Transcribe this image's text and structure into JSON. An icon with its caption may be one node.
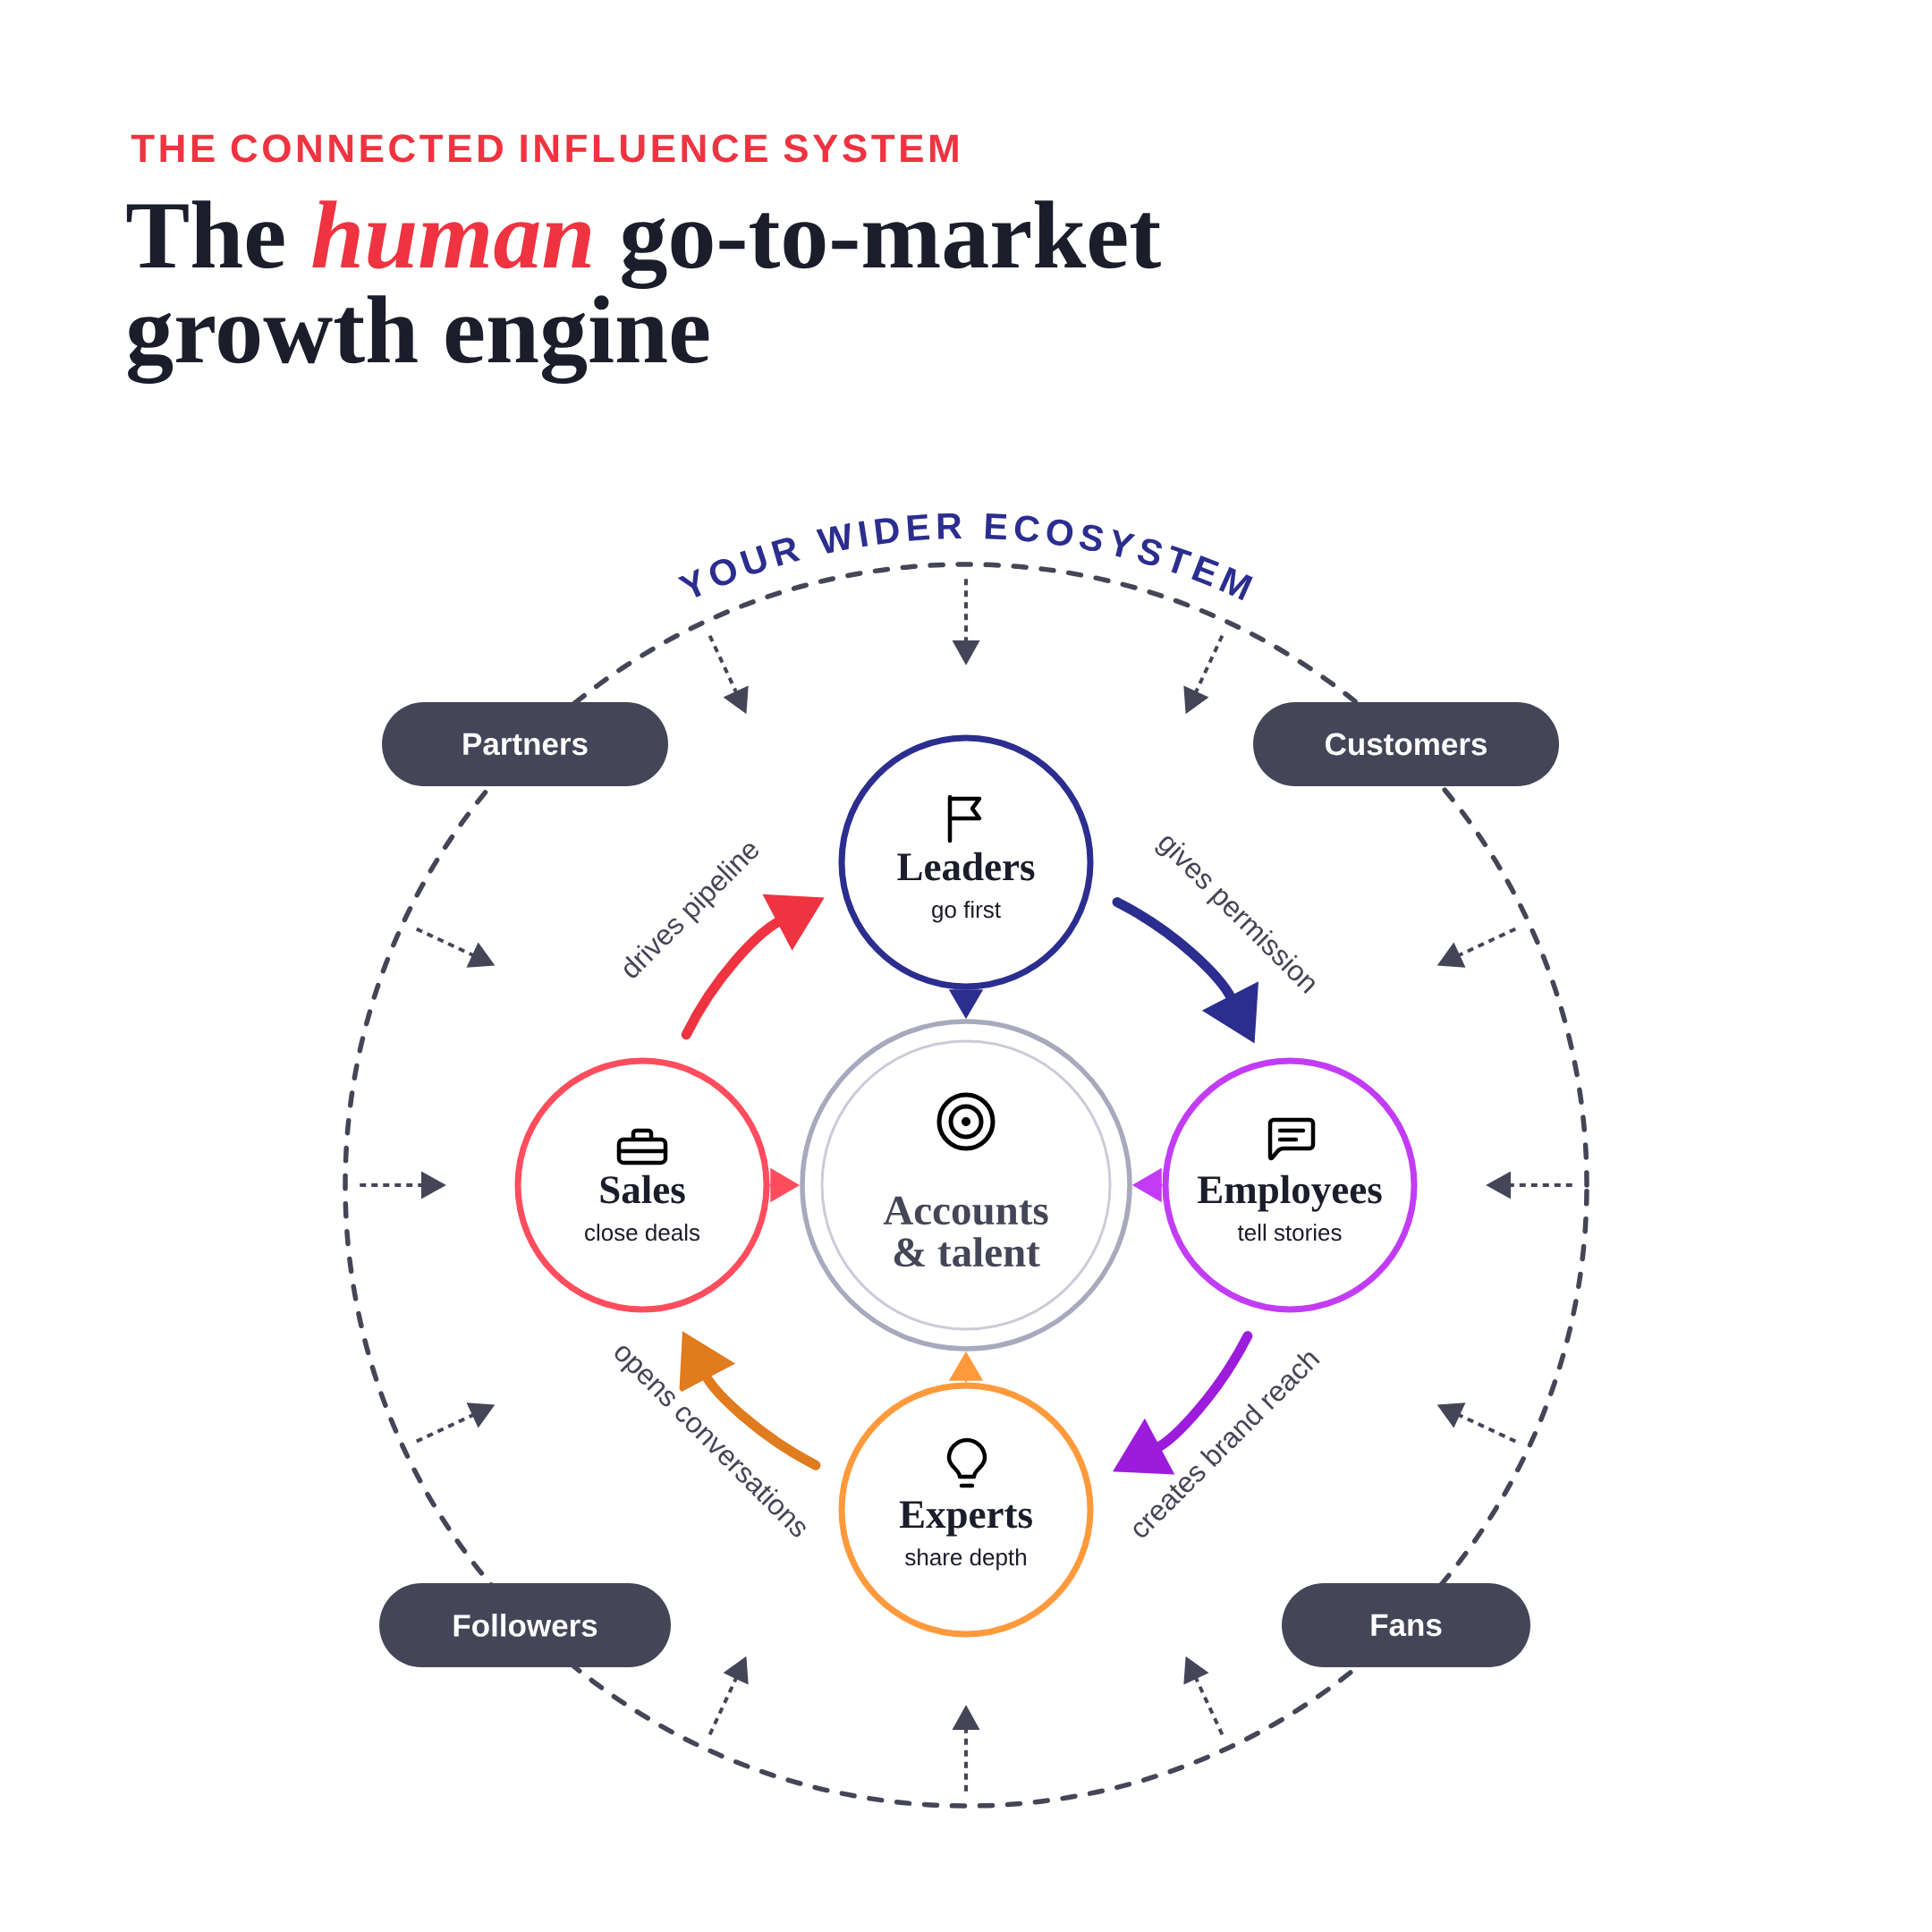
{
  "diagram": {
    "title": "The *human* go-to-market growth engine",
    "nodes": [
      {
        "text": [
          "YOUR WIDER ECOSYSTEM"
        ]
      },
      {
        "text": [
          "Partners"
        ]
      },
      {
        "text": [
          "Customers"
        ]
      },
      {
        "text": [
          "Leaders",
          "go first"
        ],
        "in": 0
      },
      {
        "text": [
          "Sales",
          "close deals"
        ],
        "in": 0
      },
      {
        "text": [
          "Accounts & talent"
        ],
        "in": 0
      },
      {
        "text": [
          "Employees",
          "tell stories"
        ],
        "in": 0
      },
      {
        "text": [
          "Experts",
          "share depth"
        ],
        "in": 0
      },
      {
        "text": [
          "Followers"
        ]
      },
      {
        "text": [
          "Fans"
        ]
      }
    ],
    "edges": [
      {
        "from": 3,
        "to": 5,
        "arrow": "to",
        "color": "#2b2e8f"
      },
      {
        "from": 4,
        "to": 5,
        "arrow": "to",
        "color": "#ff4d5e"
      },
      {
        "from": 6,
        "to": 5,
        "arrow": "to",
        "color": "#c23cf6"
      },
      {
        "from": 7,
        "to": 5,
        "arrow": "to",
        "color": "#ff9a3c"
      },
      {
        "from": 4,
        "to": 3,
        "arrow": "to",
        "label": "drives pipeline",
        "style": "thick",
        "color": "#ef3340"
      },
      {
        "from": 3,
        "to": 6,
        "arrow": "to",
        "label": "gives permission",
        "style": "thick",
        "color": "#2b2e8f"
      },
      {
        "from": 6,
        "to": 7,
        "arrow": "to",
        "label": "creates brand reach",
        "style": "thick",
        "color": "#9d1cdc"
      },
      {
        "from": 7,
        "to": 4,
        "arrow": "to",
        "label": "opens conversations",
        "style": "thick",
        "color": "#e07b1e"
      },
      {
        "from": 0,
        "to": null,
        "arrow": "to",
        "style": "dashed"
      },
      {
        "from": 0,
        "to": null,
        "arrow": "to",
        "style": "dashed"
      },
      {
        "from": 0,
        "to": null,
        "arrow": "to",
        "style": "dashed"
      },
      {
        "from": 0,
        "to": null,
        "arrow": "to",
        "style": "dashed"
      },
      {
        "from": 0,
        "to": null,
        "arrow": "to",
        "style": "dashed"
      },
      {
        "from": 0,
        "to": null,
        "arrow": "to",
        "style": "dashed"
      },
      {
        "from": 0,
        "to": null,
        "arrow": "to",
        "style": "dashed"
      },
      {
        "from": 0,
        "to": null,
        "arrow": "to",
        "style": "dashed"
      },
      {
        "from": 0,
        "to": null,
        "arrow": "to",
        "style": "dashed"
      },
      {
        "from": 0,
        "to": null,
        "arrow": "to",
        "style": "dashed"
      },
      {
        "from": 0,
        "to": null,
        "arrow": "to",
        "style": "dashed"
      },
      {
        "from": 0,
        "to": null,
        "arrow": "to",
        "style": "dashed"
      }
    ],
    "labels": [
      "THE CONNECTED INFLUENCE SYSTEM"
    ]
  }
}
